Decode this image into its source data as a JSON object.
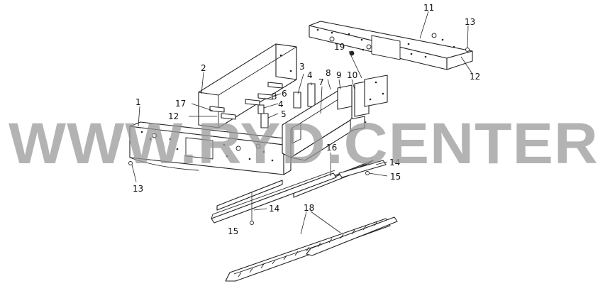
{
  "diagram": {
    "callouts": {
      "c1": "1",
      "c2": "2",
      "c3a": "3",
      "c3b": "3",
      "c4a": "4",
      "c4b": "4",
      "c5": "5",
      "c6": "6",
      "c7": "7",
      "c8": "8",
      "c9": "9",
      "c10": "10",
      "c11": "11",
      "c12a": "12",
      "c12b": "12",
      "c13a": "13",
      "c13b": "13",
      "c14a": "14",
      "c14b": "14",
      "c15a": "15",
      "c15b": "15",
      "c16": "16",
      "c17": "17",
      "c18": "18",
      "c19": "19"
    },
    "watermark": "WWW.RYD.CENTER"
  }
}
